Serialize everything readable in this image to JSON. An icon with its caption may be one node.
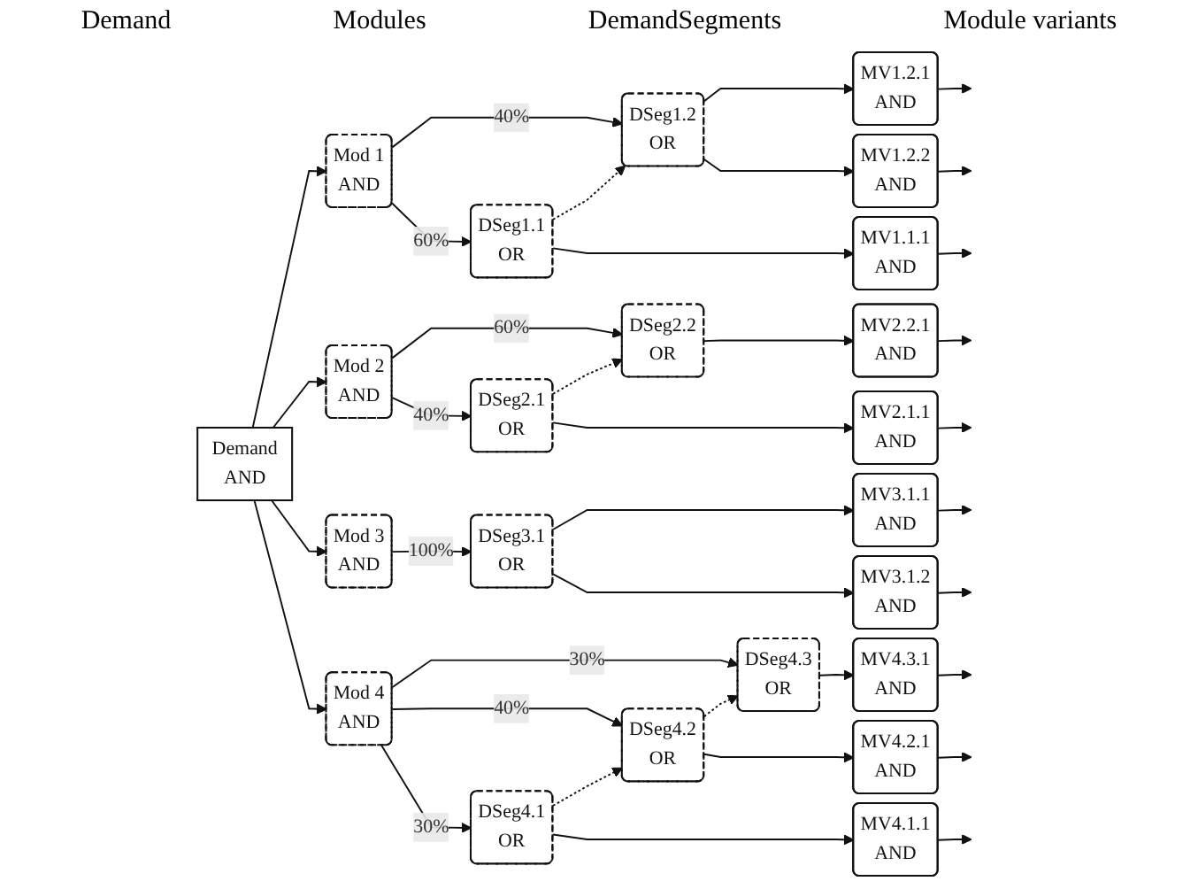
{
  "diagram": {
    "nodes": [
      {
        "text": [
          "Demand",
          "AND"
        ]
      },
      {
        "text": [
          "Mod 1",
          "AND"
        ]
      },
      {
        "text": [
          "Mod 2",
          "AND"
        ]
      },
      {
        "text": [
          "Mod 3",
          "AND"
        ]
      },
      {
        "text": [
          "Mod 4",
          "AND"
        ]
      },
      {
        "text": [
          "DSeg1.1",
          "OR"
        ]
      },
      {
        "text": [
          "DSeg1.2",
          "OR"
        ]
      },
      {
        "text": [
          "DSeg2.1",
          "OR"
        ]
      },
      {
        "text": [
          "DSeg2.2",
          "OR"
        ]
      },
      {
        "text": [
          "DSeg3.1",
          "OR"
        ]
      },
      {
        "text": [
          "DSeg4.1",
          "OR"
        ]
      },
      {
        "text": [
          "DSeg4.2",
          "OR"
        ]
      },
      {
        "text": [
          "DSeg4.3",
          "OR"
        ]
      },
      {
        "text": [
          "MV1.1.1",
          "AND"
        ]
      },
      {
        "text": [
          "MV1.2.1",
          "AND"
        ]
      },
      {
        "text": [
          "MV1.2.2",
          "AND"
        ]
      },
      {
        "text": [
          "MV2.1.1",
          "AND"
        ]
      },
      {
        "text": [
          "MV2.2.1",
          "AND"
        ]
      },
      {
        "text": [
          "MV3.1.1",
          "AND"
        ]
      },
      {
        "text": [
          "MV3.1.2",
          "AND"
        ]
      },
      {
        "text": [
          "MV4.1.1",
          "AND"
        ]
      },
      {
        "text": [
          "MV4.2.1",
          "AND"
        ]
      },
      {
        "text": [
          "MV4.3.1",
          "AND"
        ]
      }
    ],
    "edges": [
      {
        "from": 0,
        "to": 1,
        "arrow": "to"
      },
      {
        "from": 0,
        "to": 2,
        "arrow": "to"
      },
      {
        "from": 0,
        "to": 3,
        "arrow": "to"
      },
      {
        "from": 0,
        "to": 4,
        "arrow": "to"
      },
      {
        "from": 1,
        "to": 5,
        "arrow": "to",
        "label": "60%"
      },
      {
        "from": 1,
        "to": 6,
        "arrow": "to",
        "label": "40%"
      },
      {
        "from": 2,
        "to": 7,
        "arrow": "to",
        "label": "40%"
      },
      {
        "from": 2,
        "to": 8,
        "arrow": "to",
        "label": "60%"
      },
      {
        "from": 3,
        "to": 9,
        "arrow": "to",
        "label": "100%"
      },
      {
        "from": 4,
        "to": 10,
        "arrow": "to",
        "label": "30%"
      },
      {
        "from": 4,
        "to": 11,
        "arrow": "to",
        "label": "40%"
      },
      {
        "from": 4,
        "to": 12,
        "arrow": "to",
        "label": "30%"
      },
      {
        "from": 5,
        "to": 6,
        "arrow": "to",
        "style": "dashed"
      },
      {
        "from": 7,
        "to": 8,
        "arrow": "to",
        "style": "dashed"
      },
      {
        "from": 10,
        "to": 11,
        "arrow": "to",
        "style": "dashed"
      },
      {
        "from": 11,
        "to": 12,
        "arrow": "to",
        "style": "dashed"
      },
      {
        "from": 5,
        "to": 13,
        "arrow": "to"
      },
      {
        "from": 6,
        "to": 14,
        "arrow": "to"
      },
      {
        "from": 6,
        "to": 15,
        "arrow": "to"
      },
      {
        "from": 7,
        "to": 16,
        "arrow": "to"
      },
      {
        "from": 8,
        "to": 17,
        "arrow": "to"
      },
      {
        "from": 9,
        "to": 18,
        "arrow": "to"
      },
      {
        "from": 9,
        "to": 19,
        "arrow": "to"
      },
      {
        "from": 10,
        "to": 20,
        "arrow": "to"
      },
      {
        "from": 11,
        "to": 21,
        "arrow": "to"
      },
      {
        "from": 12,
        "to": 22,
        "arrow": "to"
      },
      {
        "from": 13,
        "to": null,
        "arrow": "to"
      },
      {
        "from": 14,
        "to": null,
        "arrow": "to"
      },
      {
        "from": 15,
        "to": null,
        "arrow": "to"
      },
      {
        "from": 16,
        "to": null,
        "arrow": "to"
      },
      {
        "from": 17,
        "to": null,
        "arrow": "to"
      },
      {
        "from": 18,
        "to": null,
        "arrow": "to"
      },
      {
        "from": 19,
        "to": null,
        "arrow": "to"
      },
      {
        "from": 20,
        "to": null,
        "arrow": "to"
      },
      {
        "from": 21,
        "to": null,
        "arrow": "to"
      },
      {
        "from": 22,
        "to": null,
        "arrow": "to"
      }
    ],
    "labels": [
      "Demand",
      "Modules",
      "DemandSegments",
      "Module variants"
    ]
  }
}
